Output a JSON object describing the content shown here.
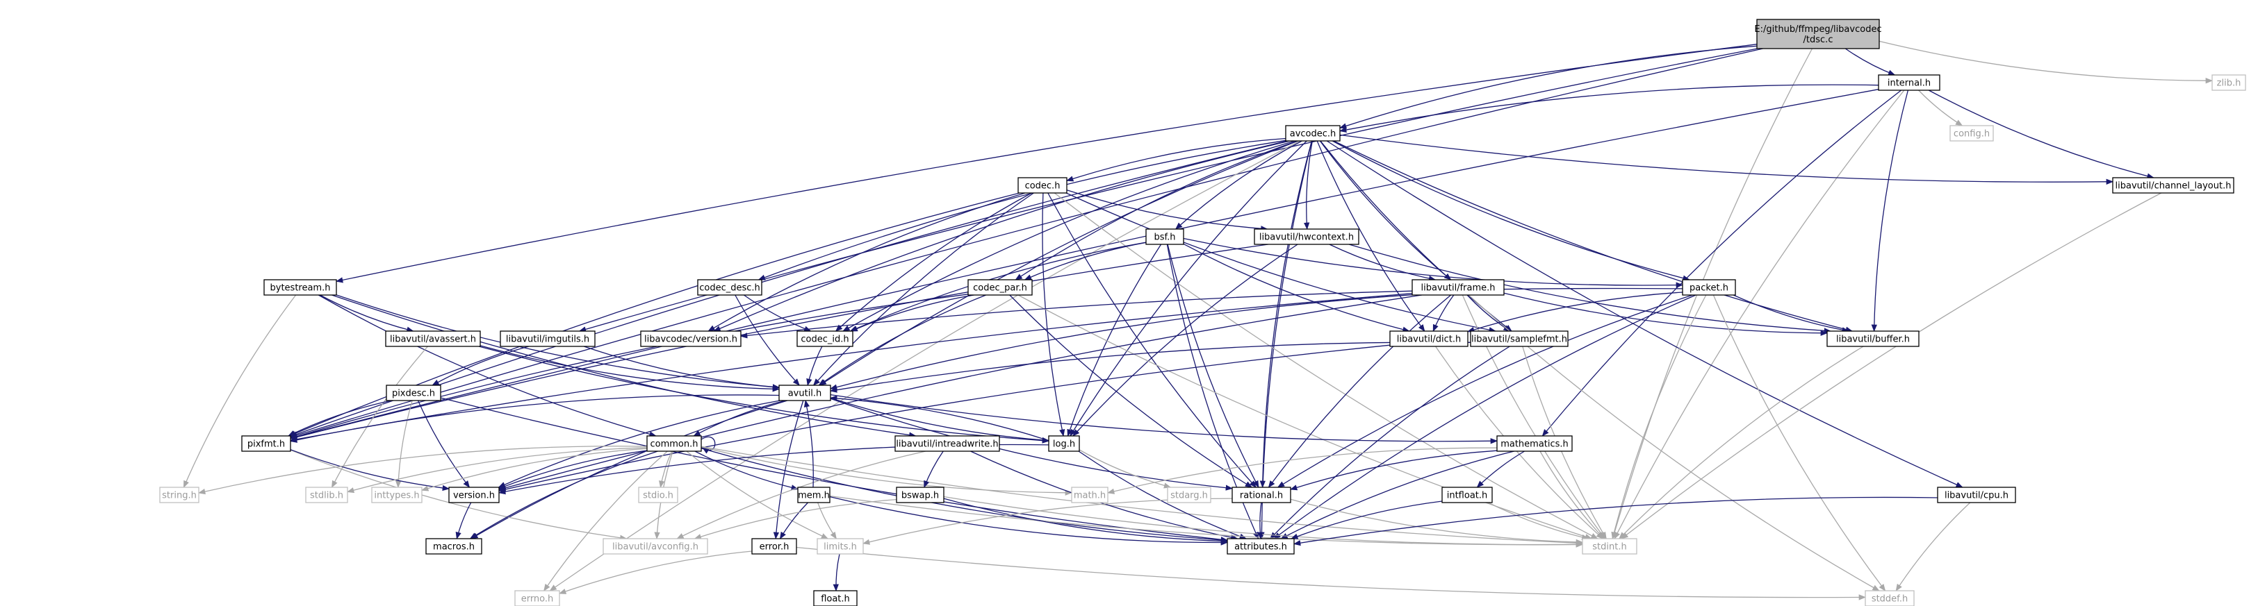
{
  "graph": {
    "title": "E:/github/ffmpeg/libavcodec/tdsc.c",
    "colors": {
      "root_fill": "#bfbfbf",
      "node_fill": "#ffffff",
      "node_stroke": "#000000",
      "dim_stroke": "#bfbfbf",
      "dim_text": "#9a9a9a",
      "edge": "#191970",
      "edge_dim": "#a8a8a8"
    },
    "nodes": [
      {
        "id": "root",
        "lines": [
          "E:/github/ffmpeg/libavcodec",
          "/tdsc.c"
        ],
        "style": "root"
      },
      {
        "id": "internal",
        "lines": [
          "internal.h"
        ],
        "style": "normal"
      },
      {
        "id": "zlib",
        "lines": [
          "zlib.h"
        ],
        "style": "dim"
      },
      {
        "id": "config",
        "lines": [
          "config.h"
        ],
        "style": "dim"
      },
      {
        "id": "avcodec",
        "lines": [
          "avcodec.h"
        ],
        "style": "normal"
      },
      {
        "id": "chlayout",
        "lines": [
          "libavutil/channel_layout.h"
        ],
        "style": "normal"
      },
      {
        "id": "codec",
        "lines": [
          "codec.h"
        ],
        "style": "normal"
      },
      {
        "id": "bsf",
        "lines": [
          "bsf.h"
        ],
        "style": "normal"
      },
      {
        "id": "hwcontext",
        "lines": [
          "libavutil/hwcontext.h"
        ],
        "style": "normal"
      },
      {
        "id": "bytestream",
        "lines": [
          "bytestream.h"
        ],
        "style": "normal"
      },
      {
        "id": "codec_desc",
        "lines": [
          "codec_desc.h"
        ],
        "style": "normal"
      },
      {
        "id": "codec_par",
        "lines": [
          "codec_par.h"
        ],
        "style": "normal"
      },
      {
        "id": "frame",
        "lines": [
          "libavutil/frame.h"
        ],
        "style": "normal"
      },
      {
        "id": "packet",
        "lines": [
          "packet.h"
        ],
        "style": "normal"
      },
      {
        "id": "avassert",
        "lines": [
          "libavutil/avassert.h"
        ],
        "style": "normal"
      },
      {
        "id": "imgutils",
        "lines": [
          "libavutil/imgutils.h"
        ],
        "style": "normal"
      },
      {
        "id": "avc_version",
        "lines": [
          "libavcodec/version.h"
        ],
        "style": "normal"
      },
      {
        "id": "codec_id",
        "lines": [
          "codec_id.h"
        ],
        "style": "normal"
      },
      {
        "id": "dict",
        "lines": [
          "libavutil/dict.h"
        ],
        "style": "normal"
      },
      {
        "id": "samplefmt",
        "lines": [
          "libavutil/samplefmt.h"
        ],
        "style": "normal"
      },
      {
        "id": "buffer",
        "lines": [
          "libavutil/buffer.h"
        ],
        "style": "normal"
      },
      {
        "id": "pixdesc",
        "lines": [
          "pixdesc.h"
        ],
        "style": "normal"
      },
      {
        "id": "avutil",
        "lines": [
          "avutil.h"
        ],
        "style": "normal"
      },
      {
        "id": "pixfmt",
        "lines": [
          "pixfmt.h"
        ],
        "style": "normal"
      },
      {
        "id": "common",
        "lines": [
          "common.h"
        ],
        "style": "normal"
      },
      {
        "id": "intreadwrite",
        "lines": [
          "libavutil/intreadwrite.h"
        ],
        "style": "normal"
      },
      {
        "id": "log",
        "lines": [
          "log.h"
        ],
        "style": "normal"
      },
      {
        "id": "mathematics",
        "lines": [
          "mathematics.h"
        ],
        "style": "normal"
      },
      {
        "id": "string",
        "lines": [
          "string.h"
        ],
        "style": "dim"
      },
      {
        "id": "stdlib",
        "lines": [
          "stdlib.h"
        ],
        "style": "dim"
      },
      {
        "id": "inttypes",
        "lines": [
          "inttypes.h"
        ],
        "style": "dim"
      },
      {
        "id": "version",
        "lines": [
          "version.h"
        ],
        "style": "normal"
      },
      {
        "id": "stdio",
        "lines": [
          "stdio.h"
        ],
        "style": "dim"
      },
      {
        "id": "mem",
        "lines": [
          "mem.h"
        ],
        "style": "normal"
      },
      {
        "id": "bswap",
        "lines": [
          "bswap.h"
        ],
        "style": "normal"
      },
      {
        "id": "math",
        "lines": [
          "math.h"
        ],
        "style": "dim"
      },
      {
        "id": "stdarg",
        "lines": [
          "stdarg.h"
        ],
        "style": "dim"
      },
      {
        "id": "rational",
        "lines": [
          "rational.h"
        ],
        "style": "normal"
      },
      {
        "id": "intfloat",
        "lines": [
          "intfloat.h"
        ],
        "style": "normal"
      },
      {
        "id": "cpu",
        "lines": [
          "libavutil/cpu.h"
        ],
        "style": "normal"
      },
      {
        "id": "macros",
        "lines": [
          "macros.h"
        ],
        "style": "normal"
      },
      {
        "id": "avconfig",
        "lines": [
          "libavutil/avconfig.h"
        ],
        "style": "dim"
      },
      {
        "id": "error",
        "lines": [
          "error.h"
        ],
        "style": "normal"
      },
      {
        "id": "limits",
        "lines": [
          "limits.h"
        ],
        "style": "dim"
      },
      {
        "id": "attributes",
        "lines": [
          "attributes.h"
        ],
        "style": "normal"
      },
      {
        "id": "stdint",
        "lines": [
          "stdint.h"
        ],
        "style": "dim"
      },
      {
        "id": "errno",
        "lines": [
          "errno.h"
        ],
        "style": "dim"
      },
      {
        "id": "float",
        "lines": [
          "float.h"
        ],
        "style": "normal"
      },
      {
        "id": "stddef",
        "lines": [
          "stddef.h"
        ],
        "style": "dim"
      }
    ],
    "edges": [
      [
        "root",
        "internal"
      ],
      [
        "root",
        "zlib"
      ],
      [
        "root",
        "avcodec"
      ],
      [
        "root",
        "bytestream"
      ],
      [
        "root",
        "imgutils"
      ],
      [
        "root",
        "pixfmt"
      ],
      [
        "root",
        "stdint"
      ],
      [
        "internal",
        "config"
      ],
      [
        "internal",
        "avcodec"
      ],
      [
        "internal",
        "chlayout"
      ],
      [
        "internal",
        "buffer"
      ],
      [
        "internal",
        "mathematics"
      ],
      [
        "internal",
        "pixfmt"
      ],
      [
        "internal",
        "stdint"
      ],
      [
        "avcodec",
        "codec"
      ],
      [
        "avcodec",
        "bsf"
      ],
      [
        "avcodec",
        "hwcontext"
      ],
      [
        "avcodec",
        "codec_desc"
      ],
      [
        "avcodec",
        "codec_par"
      ],
      [
        "avcodec",
        "frame"
      ],
      [
        "avcodec",
        "packet"
      ],
      [
        "avcodec",
        "avc_version"
      ],
      [
        "avcodec",
        "codec_id"
      ],
      [
        "avcodec",
        "dict"
      ],
      [
        "avcodec",
        "samplefmt"
      ],
      [
        "avcodec",
        "buffer"
      ],
      [
        "avcodec",
        "avutil"
      ],
      [
        "avcodec",
        "pixfmt"
      ],
      [
        "avcodec",
        "log"
      ],
      [
        "avcodec",
        "rational"
      ],
      [
        "avcodec",
        "attributes"
      ],
      [
        "avcodec",
        "errno"
      ],
      [
        "avcodec",
        "cpu"
      ],
      [
        "avcodec",
        "chlayout"
      ],
      [
        "chlayout",
        "stdint"
      ],
      [
        "codec",
        "hwcontext"
      ],
      [
        "codec",
        "codec_id"
      ],
      [
        "codec",
        "avutil"
      ],
      [
        "codec",
        "samplefmt"
      ],
      [
        "codec",
        "pixfmt"
      ],
      [
        "codec",
        "rational"
      ],
      [
        "codec",
        "log"
      ],
      [
        "codec",
        "avc_version"
      ],
      [
        "codec",
        "stdint"
      ],
      [
        "bsf",
        "codec_id"
      ],
      [
        "bsf",
        "codec_par"
      ],
      [
        "bsf",
        "packet"
      ],
      [
        "bsf",
        "dict"
      ],
      [
        "bsf",
        "log"
      ],
      [
        "bsf",
        "rational"
      ],
      [
        "bsf",
        "attributes"
      ],
      [
        "hwcontext",
        "buffer"
      ],
      [
        "hwcontext",
        "frame"
      ],
      [
        "hwcontext",
        "log"
      ],
      [
        "hwcontext",
        "pixfmt"
      ],
      [
        "bytestream",
        "string"
      ],
      [
        "bytestream",
        "avassert"
      ],
      [
        "bytestream",
        "common"
      ],
      [
        "bytestream",
        "intreadwrite"
      ],
      [
        "bytestream",
        "avutil"
      ],
      [
        "codec_desc",
        "codec_id"
      ],
      [
        "codec_desc",
        "avutil"
      ],
      [
        "codec_par",
        "codec_id"
      ],
      [
        "codec_par",
        "avutil"
      ],
      [
        "codec_par",
        "pixfmt"
      ],
      [
        "codec_par",
        "rational"
      ],
      [
        "codec_par",
        "stdint"
      ],
      [
        "frame",
        "avutil"
      ],
      [
        "frame",
        "buffer"
      ],
      [
        "frame",
        "dict"
      ],
      [
        "frame",
        "rational"
      ],
      [
        "frame",
        "samplefmt"
      ],
      [
        "frame",
        "pixfmt"
      ],
      [
        "frame",
        "version"
      ],
      [
        "frame",
        "stddef"
      ],
      [
        "frame",
        "stdint"
      ],
      [
        "packet",
        "buffer"
      ],
      [
        "packet",
        "dict"
      ],
      [
        "packet",
        "attributes"
      ],
      [
        "packet",
        "rational"
      ],
      [
        "packet",
        "stdint"
      ],
      [
        "packet",
        "stddef"
      ],
      [
        "packet",
        "avc_version"
      ],
      [
        "avassert",
        "stdlib"
      ],
      [
        "avassert",
        "avutil"
      ],
      [
        "avassert",
        "log"
      ],
      [
        "imgutils",
        "avutil"
      ],
      [
        "imgutils",
        "pixdesc"
      ],
      [
        "codec_id",
        "avutil"
      ],
      [
        "dict",
        "stdint"
      ],
      [
        "dict",
        "version"
      ],
      [
        "samplefmt",
        "attributes"
      ],
      [
        "samplefmt",
        "avutil"
      ],
      [
        "samplefmt",
        "stdint"
      ],
      [
        "buffer",
        "stdint"
      ],
      [
        "pixdesc",
        "inttypes"
      ],
      [
        "pixdesc",
        "attributes"
      ],
      [
        "pixdesc",
        "version"
      ],
      [
        "pixdesc",
        "pixfmt"
      ],
      [
        "avutil",
        "common"
      ],
      [
        "avutil",
        "error"
      ],
      [
        "avutil",
        "version"
      ],
      [
        "avutil",
        "mathematics"
      ],
      [
        "avutil",
        "rational"
      ],
      [
        "avutil",
        "log"
      ],
      [
        "avutil",
        "pixfmt"
      ],
      [
        "avutil",
        "macros"
      ],
      [
        "pixfmt",
        "avconfig"
      ],
      [
        "pixfmt",
        "version"
      ],
      [
        "common",
        "common"
      ],
      [
        "common",
        "errno"
      ],
      [
        "common",
        "inttypes"
      ],
      [
        "common",
        "limits"
      ],
      [
        "common",
        "math"
      ],
      [
        "common",
        "stdint"
      ],
      [
        "common",
        "stdio"
      ],
      [
        "common",
        "stdlib"
      ],
      [
        "common",
        "string"
      ],
      [
        "common",
        "attributes"
      ],
      [
        "common",
        "macros"
      ],
      [
        "common",
        "version"
      ],
      [
        "common",
        "avconfig"
      ],
      [
        "common",
        "mem"
      ],
      [
        "intreadwrite",
        "avconfig"
      ],
      [
        "intreadwrite",
        "attributes"
      ],
      [
        "intreadwrite",
        "bswap"
      ],
      [
        "log",
        "stdarg"
      ],
      [
        "log",
        "attributes"
      ],
      [
        "log",
        "version"
      ],
      [
        "log",
        "avutil"
      ],
      [
        "mathematics",
        "stdint"
      ],
      [
        "mathematics",
        "math"
      ],
      [
        "mathematics",
        "attributes"
      ],
      [
        "mathematics",
        "rational"
      ],
      [
        "mathematics",
        "intfloat"
      ],
      [
        "version",
        "macros"
      ],
      [
        "mem",
        "limits"
      ],
      [
        "mem",
        "stdint"
      ],
      [
        "mem",
        "attributes"
      ],
      [
        "mem",
        "error"
      ],
      [
        "mem",
        "avutil"
      ],
      [
        "bswap",
        "stdint"
      ],
      [
        "bswap",
        "avconfig"
      ],
      [
        "bswap",
        "attributes"
      ],
      [
        "rational",
        "stdint"
      ],
      [
        "rational",
        "limits"
      ],
      [
        "rational",
        "attributes"
      ],
      [
        "intfloat",
        "stdint"
      ],
      [
        "intfloat",
        "attributes"
      ],
      [
        "cpu",
        "stddef"
      ],
      [
        "cpu",
        "attributes"
      ],
      [
        "error",
        "errno"
      ],
      [
        "error",
        "stddef"
      ],
      [
        "limits",
        "float"
      ]
    ]
  }
}
